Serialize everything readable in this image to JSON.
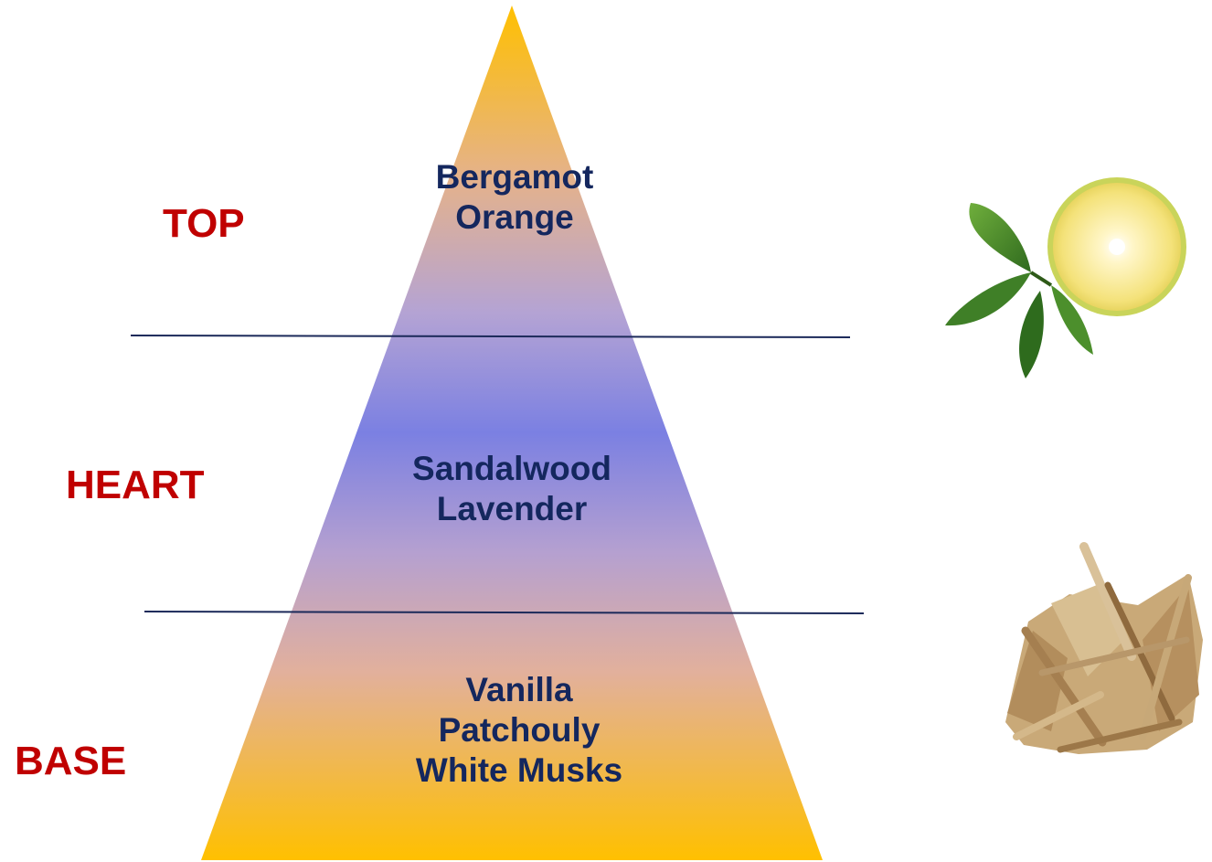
{
  "tiers": {
    "top": {
      "label": "TOP",
      "notes": [
        "Bergamot",
        "Orange"
      ]
    },
    "heart": {
      "label": "HEART",
      "notes": [
        "Sandalwood",
        "Lavender"
      ]
    },
    "base": {
      "label": "BASE",
      "notes": [
        "Vanilla",
        "Patchouly",
        "White Musks"
      ]
    }
  },
  "images": [
    "bergamot-orange-image",
    "sandalwood-chips-image"
  ],
  "colors": {
    "label": "#c00000",
    "notes": "#14275e",
    "gradient_top": "#ffc000",
    "gradient_mid": "#7b7fe0",
    "gradient_bottom": "#ffc000",
    "divider": "#1c2a5a"
  }
}
